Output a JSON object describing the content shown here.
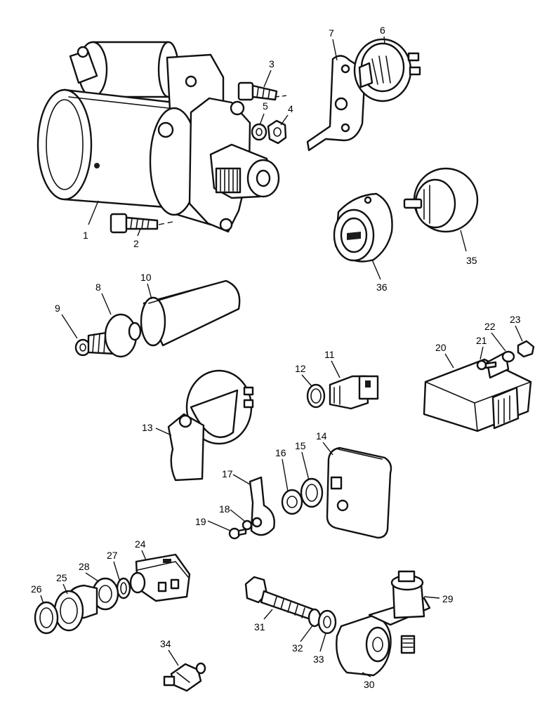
{
  "callouts": [
    {
      "id": "1",
      "text": "1"
    },
    {
      "id": "2",
      "text": "2"
    },
    {
      "id": "3",
      "text": "3"
    },
    {
      "id": "4",
      "text": "4"
    },
    {
      "id": "5",
      "text": "5"
    },
    {
      "id": "6",
      "text": "6"
    },
    {
      "id": "7",
      "text": "7"
    },
    {
      "id": "8",
      "text": "8"
    },
    {
      "id": "9",
      "text": "9"
    },
    {
      "id": "10",
      "text": "10"
    },
    {
      "id": "11",
      "text": "11"
    },
    {
      "id": "12",
      "text": "12"
    },
    {
      "id": "13",
      "text": "13"
    },
    {
      "id": "14",
      "text": "14"
    },
    {
      "id": "15",
      "text": "15"
    },
    {
      "id": "16",
      "text": "16"
    },
    {
      "id": "17",
      "text": "17"
    },
    {
      "id": "18",
      "text": "18"
    },
    {
      "id": "19",
      "text": "19"
    },
    {
      "id": "20",
      "text": "20"
    },
    {
      "id": "21",
      "text": "21"
    },
    {
      "id": "22",
      "text": "22"
    },
    {
      "id": "23",
      "text": "23"
    },
    {
      "id": "24",
      "text": "24"
    },
    {
      "id": "25",
      "text": "25"
    },
    {
      "id": "26",
      "text": "26"
    },
    {
      "id": "27",
      "text": "27"
    },
    {
      "id": "28",
      "text": "28"
    },
    {
      "id": "29",
      "text": "29"
    },
    {
      "id": "30",
      "text": "30"
    },
    {
      "id": "31",
      "text": "31"
    },
    {
      "id": "32",
      "text": "32"
    },
    {
      "id": "33",
      "text": "33"
    },
    {
      "id": "34",
      "text": "34"
    },
    {
      "id": "35",
      "text": "35"
    },
    {
      "id": "36",
      "text": "36"
    }
  ]
}
